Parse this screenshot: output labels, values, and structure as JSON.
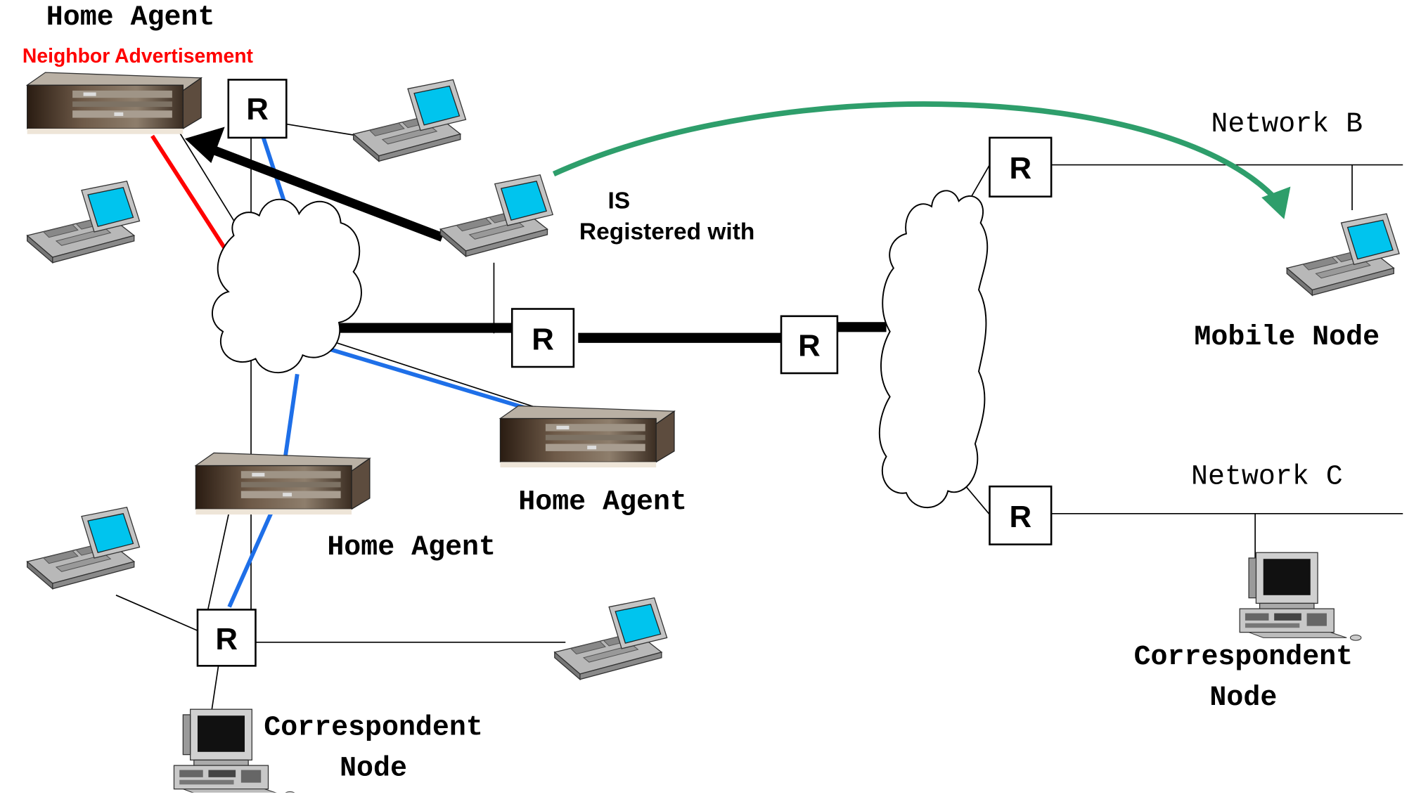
{
  "labels": {
    "home_agent_top": "Home Agent",
    "neighbor_advertisement": "Neighbor Advertisement",
    "is_line1": "IS",
    "is_line2": "Registered with",
    "network_b": "Network B",
    "network_c": "Network C",
    "mobile_node": "Mobile Node",
    "home_agent_mid": "Home Agent",
    "home_agent_low": "Home Agent",
    "correspondent_left_1": "Correspondent",
    "correspondent_left_2": "Node",
    "correspondent_right_1": "Correspondent",
    "correspondent_right_2": "Node"
  },
  "router_label": "R",
  "colors": {
    "text_red": "#ff0000",
    "link_blue": "#1e6fe8",
    "link_red": "#ff0000",
    "arrow_green": "#2e9e6b",
    "screen_blue": "#00c4ee"
  },
  "icons": [
    "router-box",
    "laptop-icon",
    "desktop-computer-icon",
    "server-chassis-icon",
    "cloud-icon"
  ]
}
